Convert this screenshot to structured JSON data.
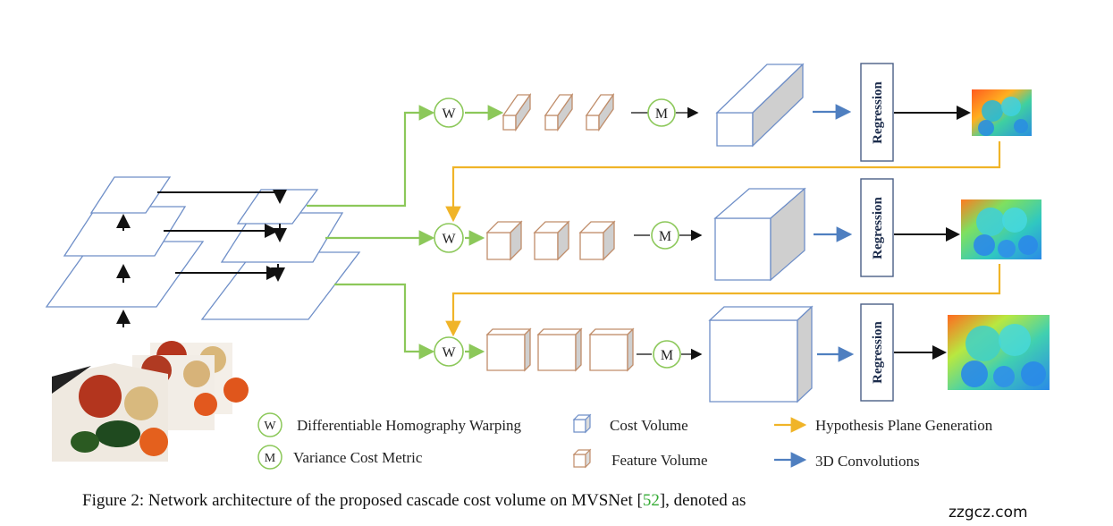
{
  "nodes": {
    "warp_symbol": "W",
    "metric_symbol": "M",
    "regression_label": "Regression"
  },
  "legend": {
    "warp_symbol": "W",
    "warp_label": "Differentiable Homography Warping",
    "metric_symbol": "M",
    "metric_label": "Variance Cost Metric",
    "cost_volume_label": "Cost Volume",
    "feature_volume_label": "Feature Volume",
    "hypothesis_label": "Hypothesis Plane Generation",
    "conv3d_label": "3D Convolutions"
  },
  "caption": {
    "prefix": "Figure 2: Network architecture of the proposed cascade cost volume on MVSNet [",
    "ref": "52",
    "suffix": "], denoted as"
  },
  "watermark": "zzgcz.com",
  "colors": {
    "green_arrow": "#8cc85a",
    "yellow_arrow": "#f0b428",
    "blue_arrow": "#4f7fc0",
    "feature_edge": "#c08d6a",
    "plane_edge": "#6f8fc8",
    "regression_edge": "#4a5f86"
  }
}
